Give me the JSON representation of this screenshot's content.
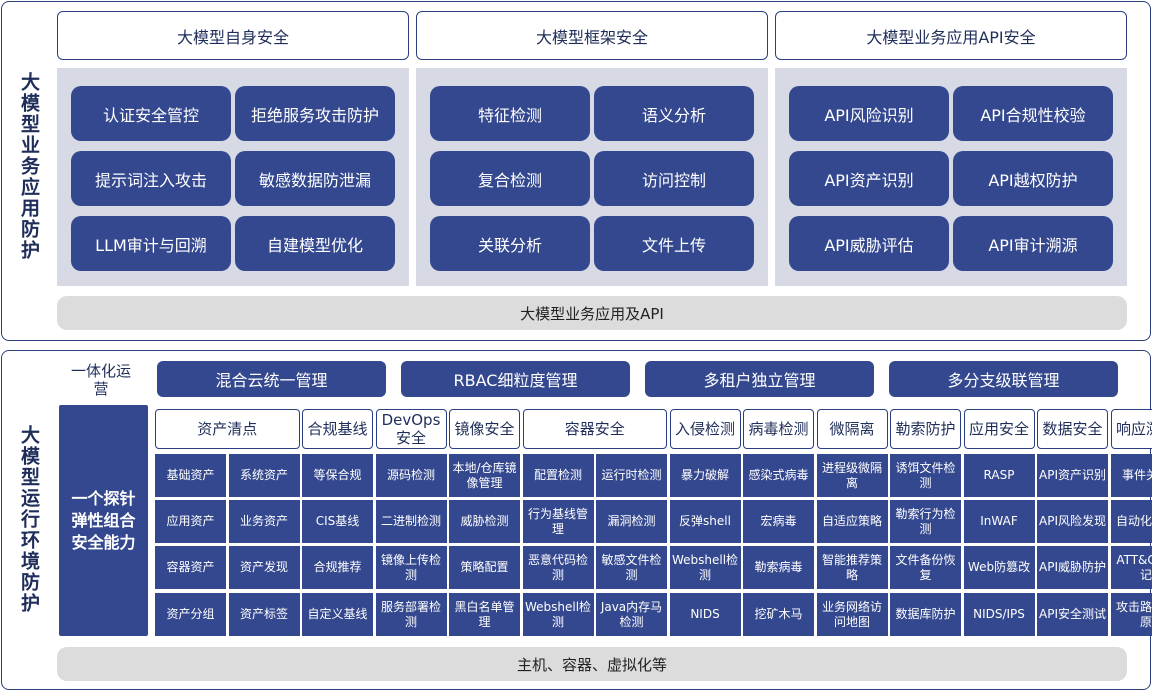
{
  "top": {
    "title": "大模型业务应用防护",
    "sections": [
      {
        "title": "大模型自身安全",
        "items": [
          "认证安全管控",
          "拒绝服务攻击防护",
          "提示词注入攻击",
          "敏感数据防泄漏",
          "LLM审计与回溯",
          "自建模型优化"
        ]
      },
      {
        "title": "大模型框架安全",
        "items": [
          "特征检测",
          "语义分析",
          "复合检测",
          "访问控制",
          "关联分析",
          "文件上传"
        ]
      },
      {
        "title": "大模型业务应用API安全",
        "items": [
          "API风险识别",
          "API合规性校验",
          "API资产识别",
          "API越权防护",
          "API威胁评估",
          "API审计溯源"
        ]
      }
    ],
    "base": "大模型业务应用及API"
  },
  "bottom": {
    "title": "大模型运行环境防护",
    "ops_label": "一体化运营",
    "management": [
      "混合云统一管理",
      "RBAC细粒度管理",
      "多租户独立管理",
      "多分支级联管理"
    ],
    "capability": "一个探针弹性组合安全能力",
    "columns": [
      {
        "title": "资产清点",
        "span": 2,
        "items": [
          "基础资产",
          "系统资产",
          "应用资产",
          "业务资产",
          "容器资产",
          "资产发现",
          "资产分组",
          "资产标签"
        ]
      },
      {
        "title": "合规基线",
        "span": 1,
        "items": [
          "等保合规",
          "CIS基线",
          "合规推荐",
          "自定义基线"
        ]
      },
      {
        "title": "DevOps安全",
        "span": 1,
        "items": [
          "源码检测",
          "二进制检测",
          "镜像上传检测",
          "服务部署检测"
        ]
      },
      {
        "title": "镜像安全",
        "span": 1,
        "items": [
          "本地/仓库镜像管理",
          "威胁检测",
          "策略配置",
          "黑白名单管理"
        ]
      },
      {
        "title": "容器安全",
        "span": 2,
        "items": [
          "配置检测",
          "运行时检测",
          "行为基线管理",
          "漏洞检测",
          "恶意代码检测",
          "敏感文件检测",
          "Webshell检测",
          "Java内存马检测"
        ]
      },
      {
        "title": "入侵检测",
        "span": 1,
        "items": [
          "暴力破解",
          "反弹shell",
          "Webshell检测",
          "NIDS"
        ]
      },
      {
        "title": "病毒检测",
        "span": 1,
        "items": [
          "感染式病毒",
          "宏病毒",
          "勒索病毒",
          "挖矿木马"
        ]
      },
      {
        "title": "微隔离",
        "span": 1,
        "items": [
          "进程级微隔离",
          "自适应策略",
          "智能推荐策略",
          "业务网络访问地图"
        ]
      },
      {
        "title": "勒索防护",
        "span": 1,
        "items": [
          "诱饵文件检测",
          "勒索行为检测",
          "文件备份恢复",
          "数据库防护"
        ]
      },
      {
        "title": "应用安全",
        "span": 1,
        "items": [
          "RASP",
          "InWAF",
          "Web防篡改",
          "NIDS/IPS"
        ]
      },
      {
        "title": "数据安全",
        "span": 1,
        "items": [
          "API资产识别",
          "API风险发现",
          "API威胁防护",
          "API安全测试"
        ]
      },
      {
        "title": "响应溯源",
        "span": 1,
        "items": [
          "事件关联",
          "自动化处置",
          "ATT&CK标记",
          "攻击路径还原"
        ]
      }
    ],
    "base": "主机、容器、虚拟化等"
  }
}
